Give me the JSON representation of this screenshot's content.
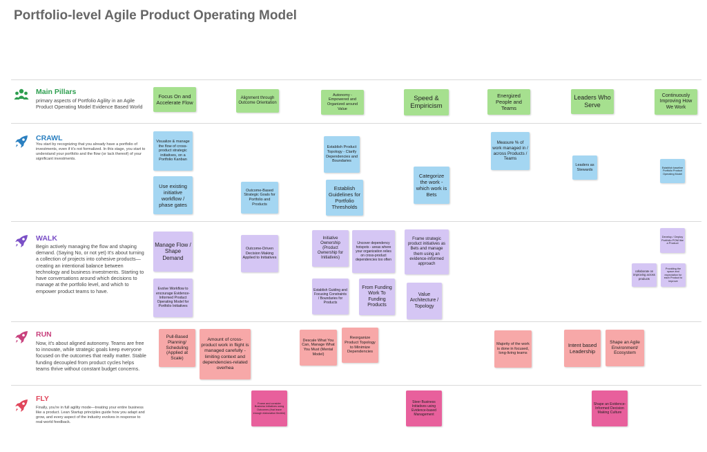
{
  "title": "Portfolio-level Agile Product Operating Model",
  "rows": {
    "pillars": {
      "label": "Main Pillars",
      "desc": "primary aspects of Portfolio Agility in an Agile Product Operating Model Evidence Based World",
      "color": "#2e9e4f",
      "icon": "people-icon"
    },
    "crawl": {
      "label": "CRAWL",
      "desc": "You start by recognizing that you already have a portfolio of investments, even if it's not formalized. In this stage, you start to understand your portfolio and the flow (or lack thereof) of your significant investments.",
      "color": "#2a7fc0",
      "icon": "rocket-icon"
    },
    "walk": {
      "label": "WALK",
      "desc": "Begin actively managing the flow and shaping demand. (Saying No, or not yet) It's about turning a collection of projects into cohesive products—creating an intentional balance between technology and business investments. Starting to have conversations around which decisions to manage at the portfolio level, and which to empower product teams to have.",
      "color": "#7a4fc6",
      "icon": "rocket-icon"
    },
    "run": {
      "label": "RUN",
      "desc": "Now, it's about aligned autonomy. Teams are free to innovate, while strategic goals keep everyone focused on the outcomes that really matter. Stable funding decoupled from product cycles helps teams thrive without constant budget concerns.",
      "color": "#c8417d",
      "icon": "rocket-icon"
    },
    "fly": {
      "label": "FLY",
      "desc": "Finally, you're in full agility mode—treating your entire business like a product. Lean Startup principles guide how you adapt and grow, and every aspect of the industry evolves in response to real-world feedback.",
      "color": "#e0455a",
      "icon": "rocket-icon"
    }
  },
  "notes": {
    "p1": "Focus On and Accelerate Flow",
    "p2": "Alignment through Outcome Orientation",
    "p3": "Autonomy - Empowered and Organized around Value",
    "p4": "Speed & Empiricism",
    "p5": "Energized People and Teams",
    "p6": "Leaders Who Serve",
    "p7": "Continuously Improving How We Work",
    "c1": "Visualize & manage the flow of cross-product strategic initiatives, on a Portfolio Kanban",
    "c2": "Use existing initiative workflow / phase gates",
    "c3": "Outcome-Based Strategic Goals for Portfolio and Products",
    "c4": "Establish Product Topology - Clarify Dependencies and Boundaries",
    "c5": "Establish Guidelines for Portfolio Thresholds",
    "c6": "Categorize the work - which work is Bets",
    "c7": "Measure % of work managed in / across Products / Teams",
    "c8": "Leaders as Stewards",
    "c9": "Establish baseline Portfolio Product Operating Model",
    "w1": "Manage Flow / Shape Demand",
    "w2": "Evolve Workflow to encourage Evidence-Informed Product Operating Model for Portfolio Initiatives",
    "w3": "Outcome-Driven Decision Making Applied to Initiatives",
    "w4": "Initiative Ownership (Product Ownership for Initiatives)",
    "w5": "Uncover dependency hotspots - areas where your organization relies on cross-product dependencies too often",
    "w6": "Establish Guiding and Focusing Constraints / Boundaries for Products",
    "w7": "From Funding Work To Funding Products",
    "w8": "Frame strategic product initiatives as Bets and manage them using an evidence-informed approach",
    "w9": "Value Architecture / Topology",
    "w10": "Develop / Deploy Portfolio POM like a Product",
    "w11": "collaborate on improving across products",
    "w12": "Providing the space and expectation for each Product to improve",
    "r1": "Pull-Based Planning/ Scheduling (Applied at Scale)",
    "r2": "Amount of cross-product work in flight is managed carefully - limiting context and dependencies-related overhea",
    "r3": "Descale What You Can, Manage What You Must (Mental Model)",
    "r4": "Reorganize Product Topology to Minimize Dependencies",
    "r5": "Majority of the work is done in focused, long-living teams",
    "r6": "Intent based Leadership",
    "r7": "Shape an Agile Environment/ Ecosystem",
    "f1": "Frame and consider Business Initiatives using Outcomes (that leave enough elaboration flexible)",
    "f2": "Steer Business Initiatives using Evidence-based Management",
    "f3": "Shape an Evidence-Informed Decision Making Culture"
  }
}
